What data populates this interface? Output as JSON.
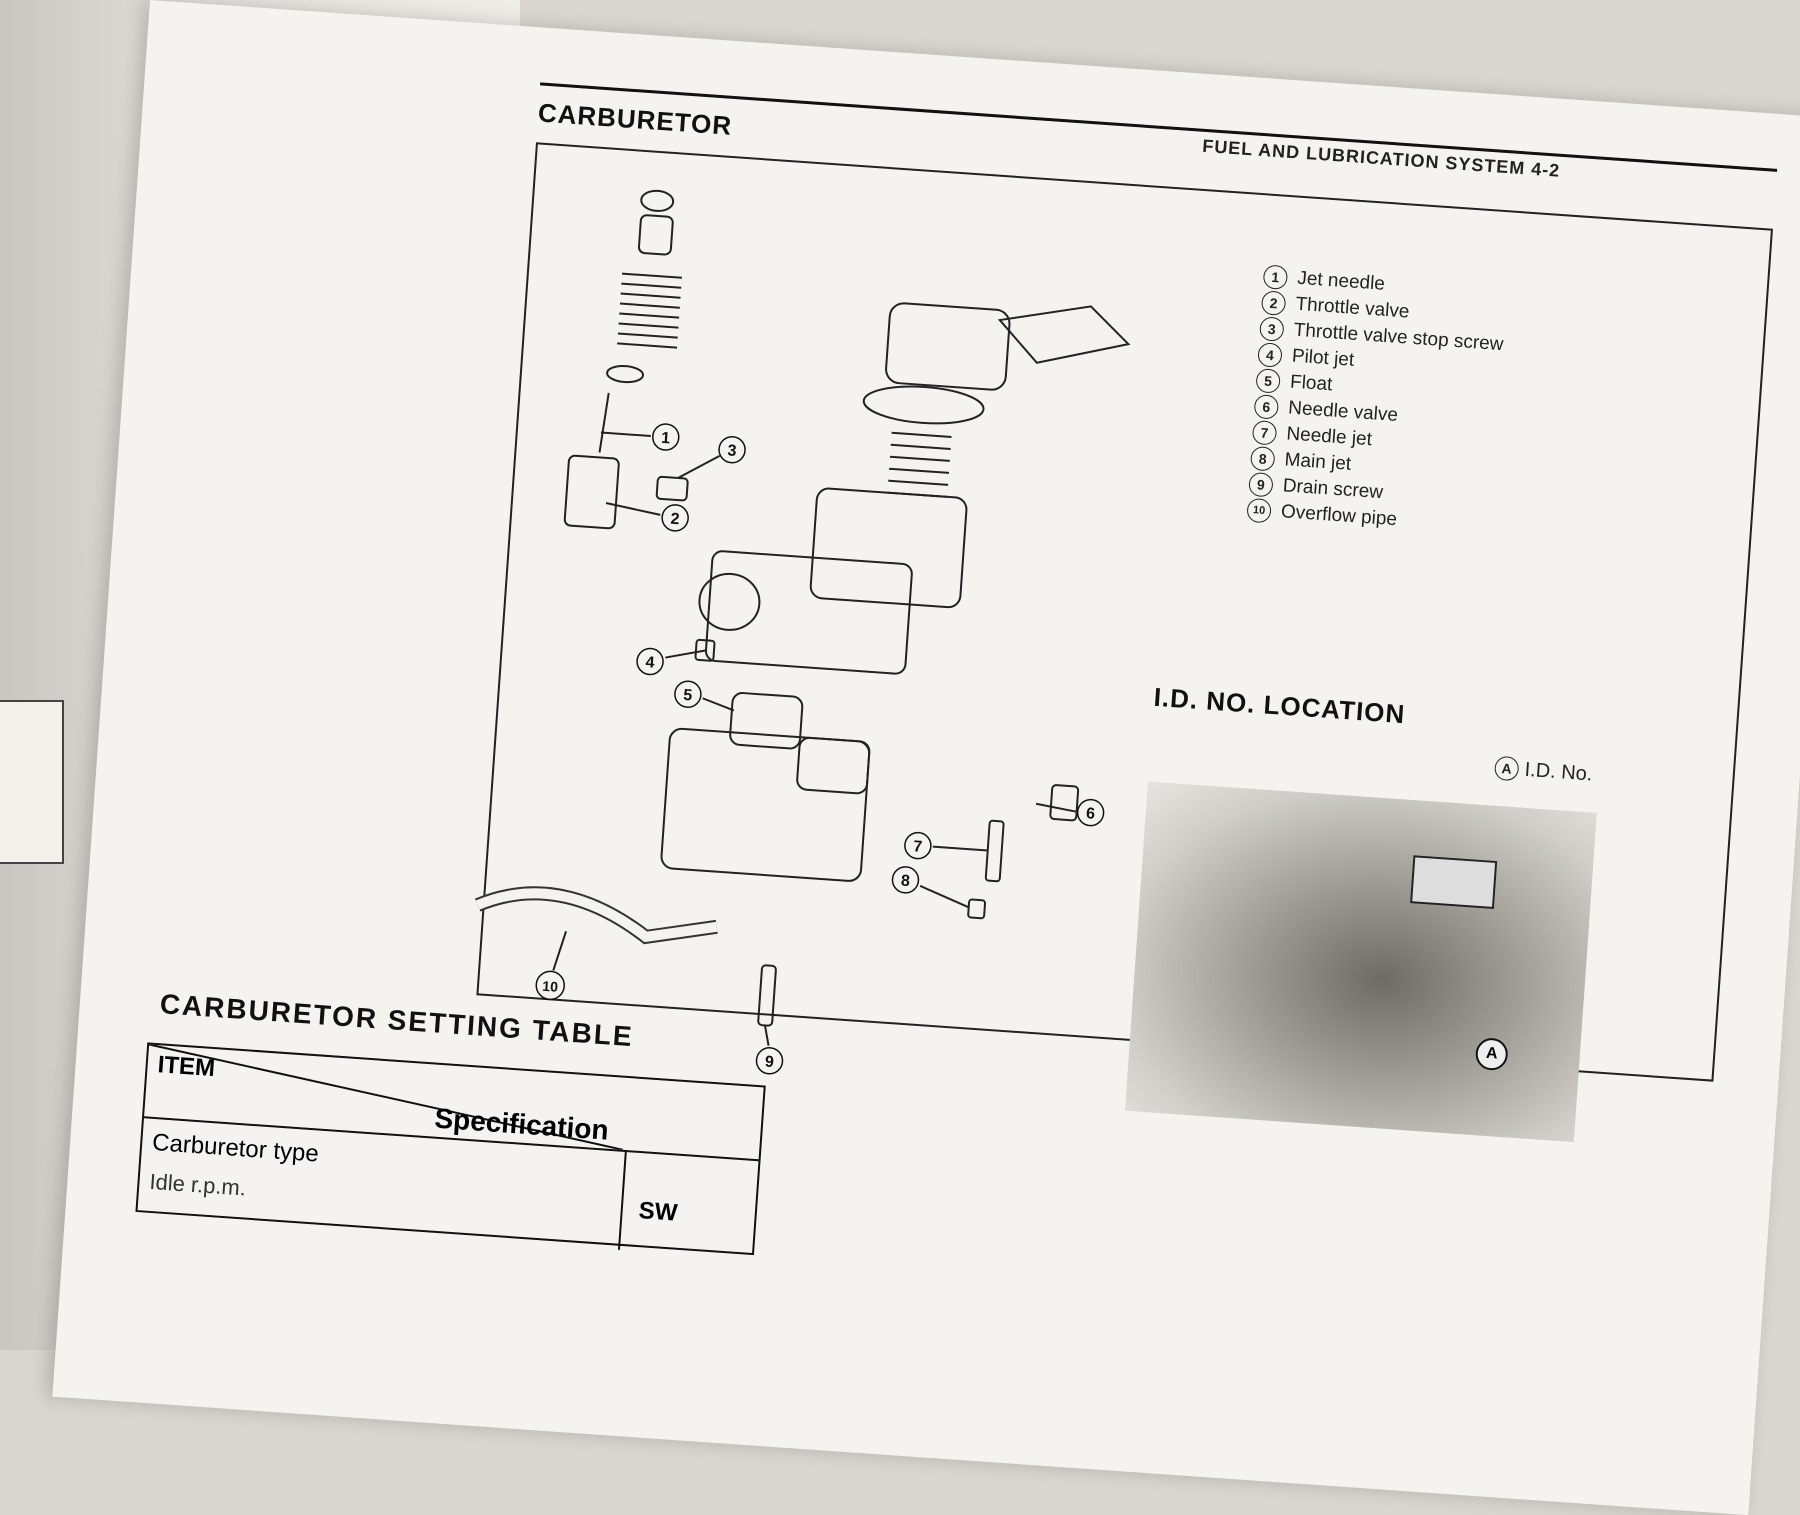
{
  "page": {
    "section_title": "CARBURETOR",
    "chapter_header": "FUEL AND LUBRICATION SYSTEM  4-2"
  },
  "legend": {
    "items": [
      {
        "num": "1",
        "label": "Jet needle"
      },
      {
        "num": "2",
        "label": "Throttle valve"
      },
      {
        "num": "3",
        "label": "Throttle valve stop screw"
      },
      {
        "num": "4",
        "label": "Pilot jet"
      },
      {
        "num": "5",
        "label": "Float"
      },
      {
        "num": "6",
        "label": "Needle valve"
      },
      {
        "num": "7",
        "label": "Needle jet"
      },
      {
        "num": "8",
        "label": "Main jet"
      },
      {
        "num": "9",
        "label": "Drain screw"
      },
      {
        "num": "10",
        "label": "Overflow pipe"
      }
    ]
  },
  "diagram_callouts": [
    "1",
    "2",
    "3",
    "4",
    "5",
    "6",
    "7",
    "8",
    "9",
    "10"
  ],
  "id_location": {
    "title": "I.D. NO. LOCATION",
    "marker": "A",
    "label": "I.D. No.",
    "photo_marker": "A"
  },
  "settings_table": {
    "title": "CARBURETOR SETTING TABLE",
    "header_item": "ITEM",
    "header_spec": "Specification",
    "rows": [
      "Carburetor type",
      "Idle r.p.m."
    ],
    "right_col_partial": "SW"
  }
}
